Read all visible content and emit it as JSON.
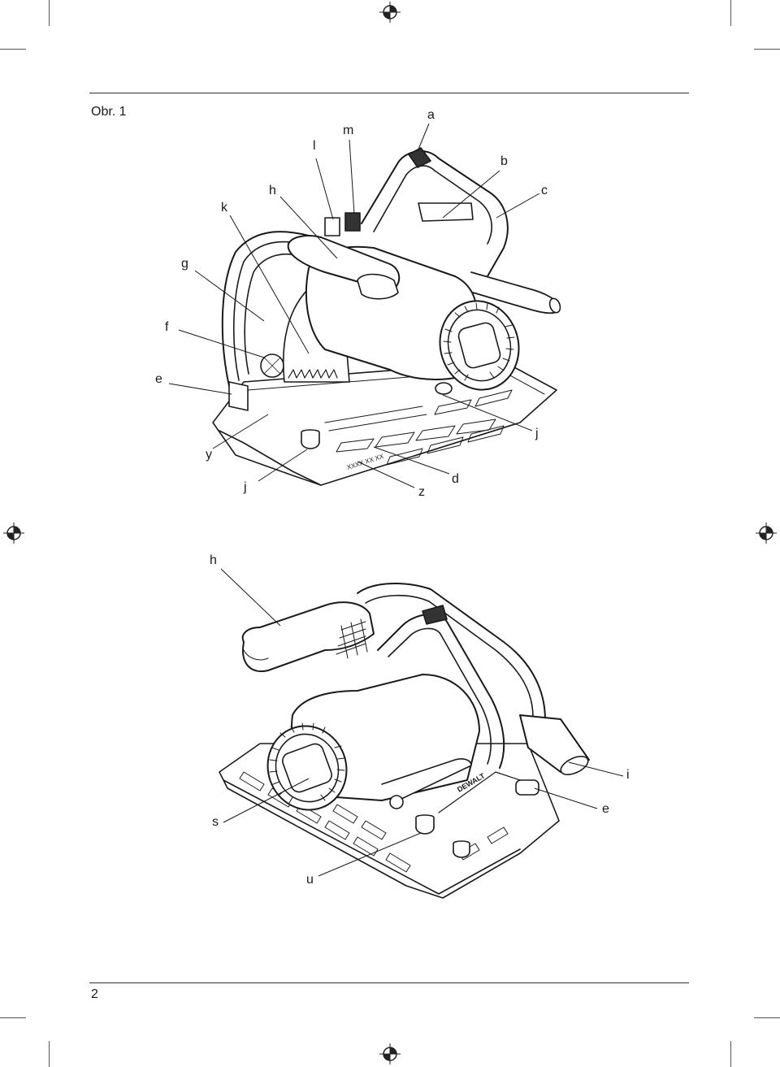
{
  "figure_title": "Obr. 1",
  "page_number": "2",
  "figure_top": {
    "callouts": {
      "a": "a",
      "b": "b",
      "c": "c",
      "d": "d",
      "e": "e",
      "f": "f",
      "g": "g",
      "h": "h",
      "j1": "j",
      "j2": "j",
      "k": "k",
      "l": "l",
      "m": "m",
      "y": "y",
      "z": "z"
    },
    "base_marking": "XXXX XX XX"
  },
  "figure_bottom": {
    "callouts": {
      "h": "h",
      "i": "i",
      "e": "e",
      "s": "s",
      "u": "u"
    },
    "brand_marking": "DEWALT"
  }
}
